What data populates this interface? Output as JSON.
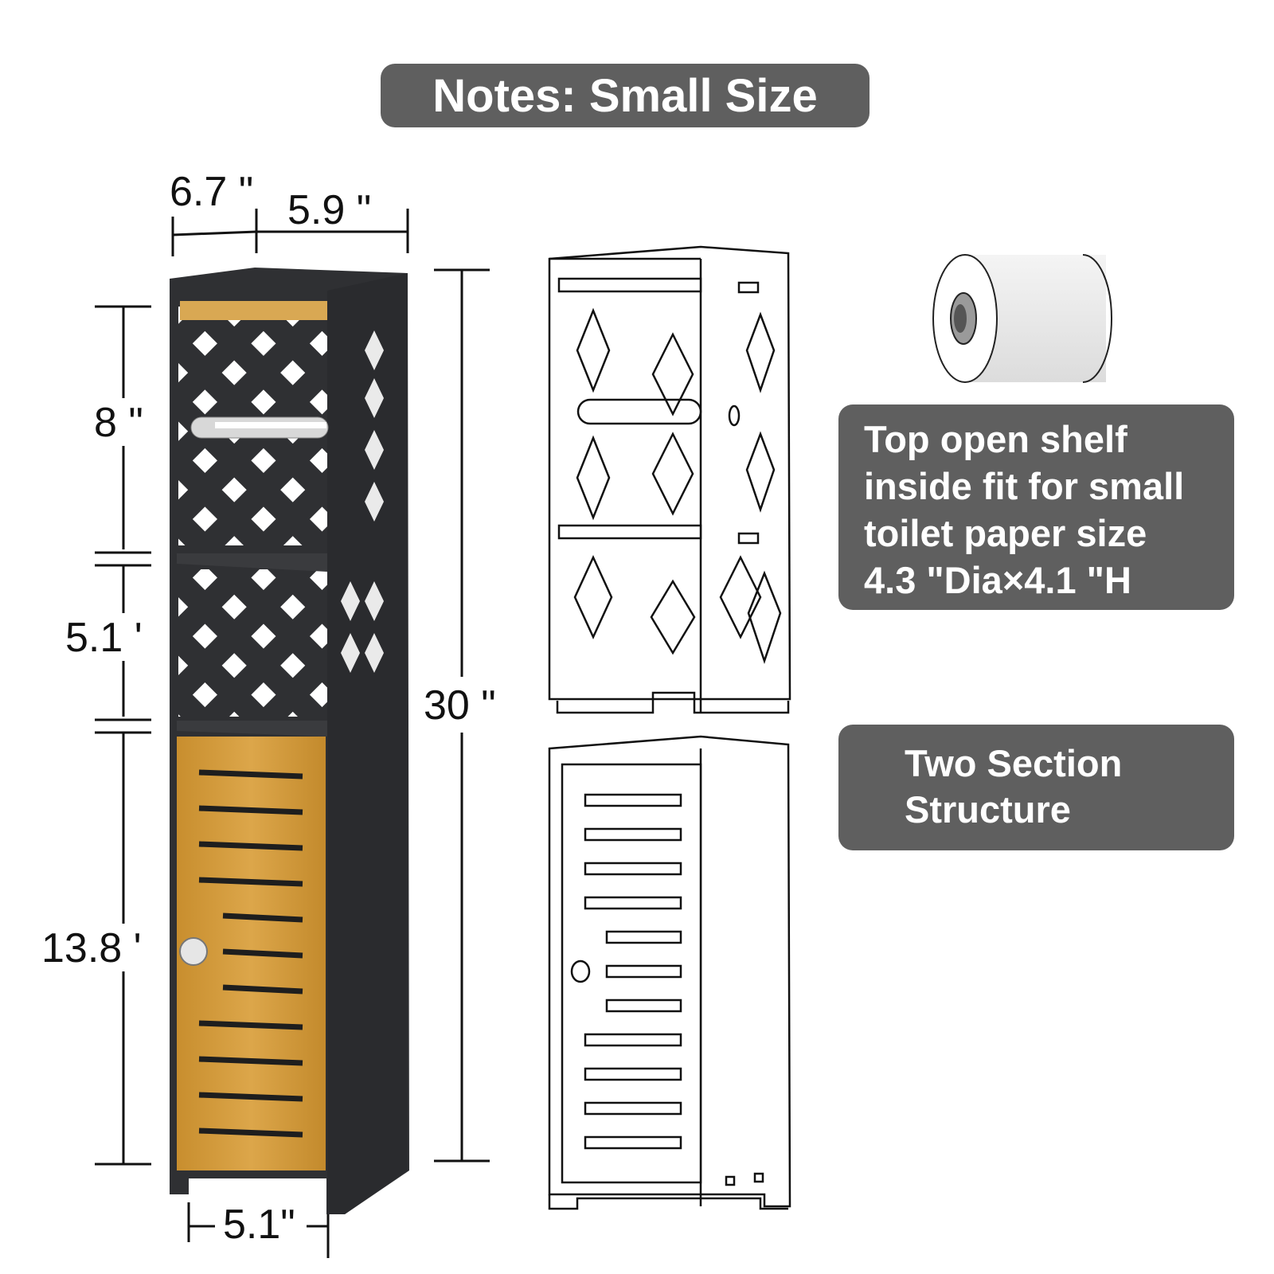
{
  "title": "Notes: Small Size",
  "dimensions": {
    "depth": "6.7 \"",
    "width": "5.9 \"",
    "top_section": "8 \"",
    "middle_section": "5.1 '",
    "bottom_section": "13.8 '",
    "total_height": "30 \"",
    "base_width": "5.1\""
  },
  "info_boxes": {
    "shelf_lines": [
      "Top open shelf",
      "inside fit for small",
      "toilet paper size",
      "4.3 \"Dia×4.1 \"H"
    ],
    "structure_lines": [
      "Two Section",
      "Structure"
    ]
  },
  "colors": {
    "badge": "#5f5f5f",
    "cabinet": "#2f3033",
    "bamboo": "#d19a3c"
  }
}
